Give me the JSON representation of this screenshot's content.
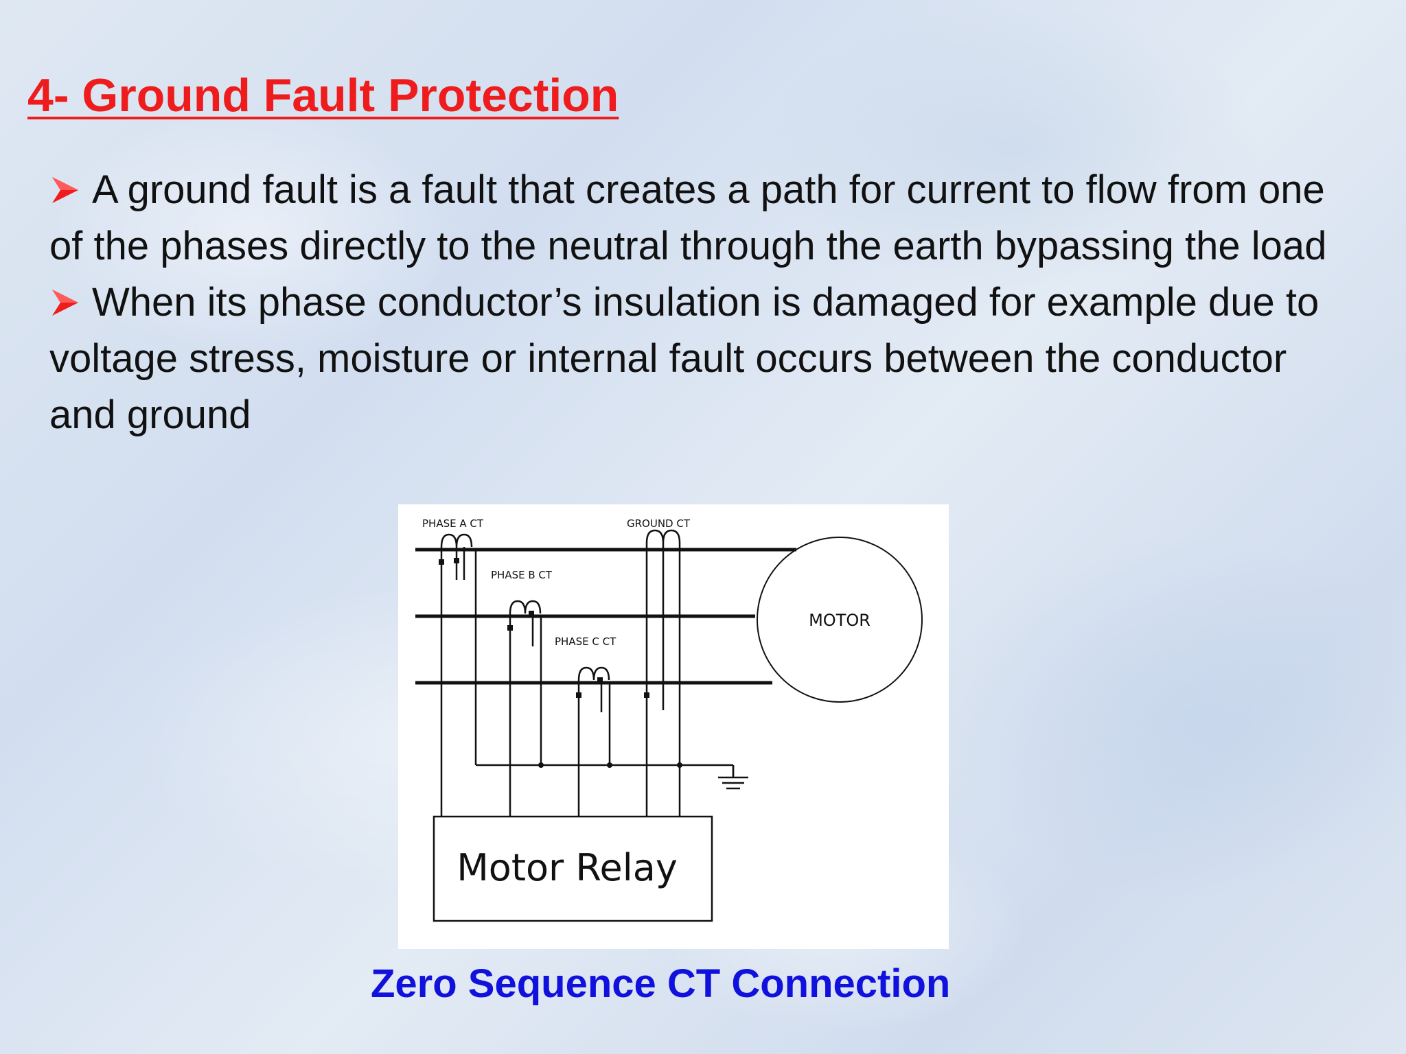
{
  "title": "4- Ground Fault Protection",
  "bullets": [
    "A ground fault is a fault that creates a path for current to flow from one of the phases directly to the neutral through the earth bypassing the load",
    "When its phase conductor’s insulation is damaged for example due to voltage stress, moisture or internal fault occurs between the conductor and ground"
  ],
  "diagram": {
    "phase_a_ct": "PHASE A CT",
    "phase_b_ct": "PHASE B CT",
    "phase_c_ct": "PHASE C CT",
    "ground_ct": "GROUND CT",
    "motor": "MOTOR",
    "relay": "Motor Relay"
  },
  "caption": "Zero Sequence CT Connection",
  "colors": {
    "title": "#ee1c1c",
    "bullet_arrow": "#ee1c1c",
    "caption": "#1111dd"
  },
  "icons": {
    "bullet": "arrow-bullet-icon",
    "ground": "ground-symbol-icon"
  }
}
